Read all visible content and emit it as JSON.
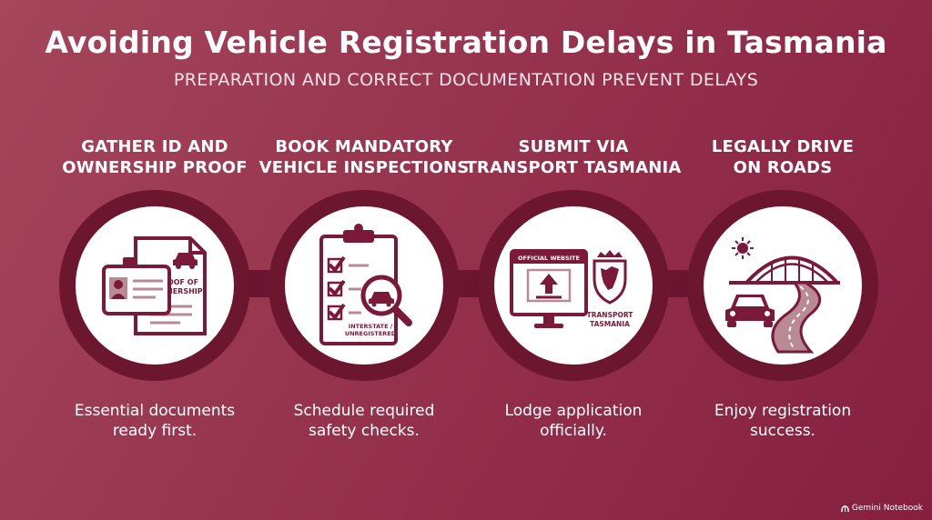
{
  "title": "Avoiding Vehicle Registration Delays in Tasmania",
  "subtitle": "PREPARATION AND CORRECT DOCUMENTATION PREVENT DELAYS",
  "steps": [
    {
      "title_line1": "GATHER ID AND",
      "title_line2": "OWNERSHIP PROOF",
      "icon": "id-and-ownership-documents-icon",
      "icon_text": [
        "PROOF OF",
        "OWNERSHIP"
      ],
      "desc_line1": "Essential documents",
      "desc_line2": "ready first."
    },
    {
      "title_line1": "BOOK MANDATORY",
      "title_line2": "VEHICLE INSPECTIONS",
      "icon": "inspection-clipboard-icon",
      "icon_text": [
        "INTERSTATE /",
        "UNREGISTERED"
      ],
      "desc_line1": "Schedule required",
      "desc_line2": "safety checks."
    },
    {
      "title_line1": "SUBMIT VIA",
      "title_line2": "TRANSPORT TASMANIA",
      "icon": "official-website-upload-icon",
      "icon_text": [
        "OFFICIAL WEBSITE",
        "TRANSPORT",
        "TASMANIA"
      ],
      "desc_line1": "Lodge application",
      "desc_line2": "officially."
    },
    {
      "title_line1": "LEGALLY DRIVE",
      "title_line2": "ON ROADS",
      "icon": "car-on-road-icon",
      "icon_text": [],
      "desc_line1": "Enjoy registration",
      "desc_line2": "success."
    }
  ],
  "brand": {
    "label": "Gemini Notebook",
    "icon": "gemini-notebook-logo-icon"
  },
  "colors": {
    "accent": "#7a1a38",
    "ring": "#6d1630",
    "background": "#96334e"
  }
}
